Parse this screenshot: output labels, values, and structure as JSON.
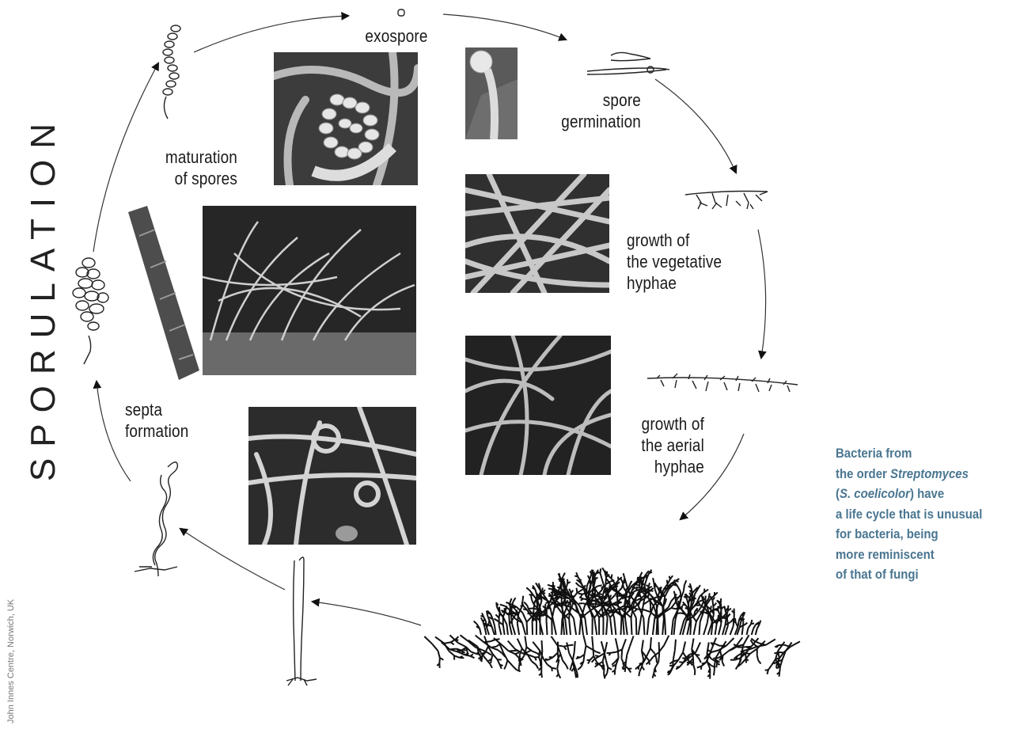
{
  "title": "SPORULATION",
  "credit": "John Innes Centre, Norwich, UK",
  "stages": {
    "exospore": "exospore",
    "spore_germination": [
      "spore",
      "germination"
    ],
    "growth_vegetative": [
      "growth of",
      "the vegetative",
      "hyphae"
    ],
    "growth_aerial": [
      "growth of",
      "the aerial",
      "hyphae"
    ],
    "septa_formation": [
      "septa",
      "formation"
    ],
    "maturation": [
      "maturation",
      "of spores"
    ]
  },
  "note": {
    "line1": "Bacteria from",
    "line2_pre": "the order ",
    "line2_em": "Streptomyces",
    "line3_open": "(",
    "line3_em": "S. coelicolor",
    "line3_close": ") have",
    "line4": "a life cycle that is unusual",
    "line5": "for bacteria, being",
    "line6": "more reminiscent",
    "line7": "of that of fungi"
  },
  "colors": {
    "note_text": "#4a7691",
    "photo_dark": "#2a2a2a",
    "line": "#222222"
  }
}
